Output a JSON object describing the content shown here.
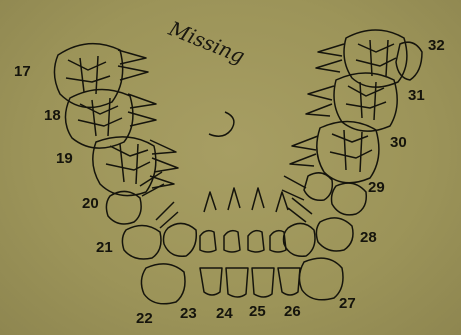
{
  "annotation": {
    "text": "Missing"
  },
  "teeth": {
    "t17": "17",
    "t18": "18",
    "t19": "19",
    "t20": "20",
    "t21": "21",
    "t22": "22",
    "t23": "23",
    "t24": "24",
    "t25": "25",
    "t26": "26",
    "t27": "27",
    "t28": "28",
    "t29": "29",
    "t30": "30",
    "t31": "31",
    "t32": "32"
  },
  "colors": {
    "paper": "#9c9459",
    "ink": "#15140c",
    "enamel": "#eeeadc"
  }
}
